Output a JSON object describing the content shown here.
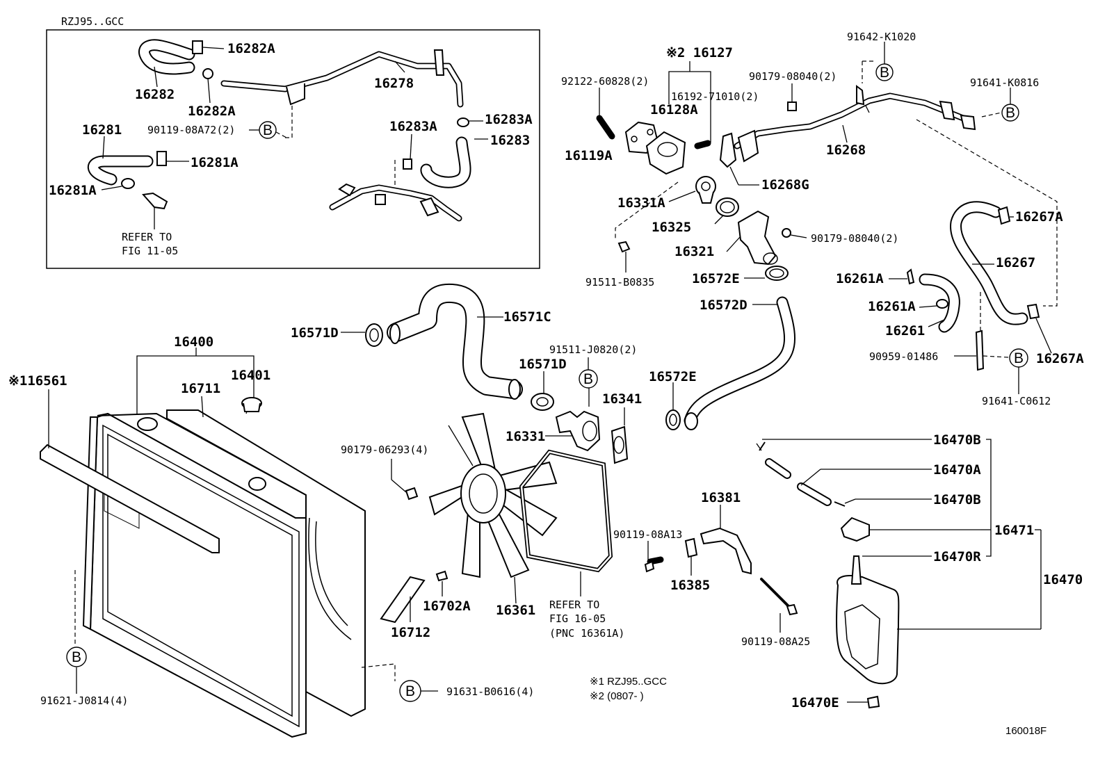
{
  "diagram": {
    "inset_title": "RZJ95..GCC",
    "figure_code": "160018F",
    "footnote_1": "※1 RZJ95..GCC",
    "footnote_2": "※2 (0807-    )",
    "circle_marker": "B",
    "inset_labels": {
      "p16282A_top": "16282A",
      "p16282": "16282",
      "p16282A_bottom": "16282A",
      "p16278": "16278",
      "p16283A_right": "16283A",
      "p16283A_left": "16283A",
      "p16283": "16283",
      "p16281": "16281",
      "p90119_08A72": "90119-08A72(2)",
      "p16281A_right": "16281A",
      "p16281A_left": "16281A",
      "refer_line1": "REFER TO",
      "refer_line2": "FIG 11-05"
    },
    "labels": {
      "p16127": "※2 16127",
      "p92122": "92122-60828(2)",
      "p16192": "16192-71010(2)",
      "p16128A": "16128A",
      "p16119A": "16119A",
      "p16331A": "16331A",
      "p16325": "16325",
      "p16321": "16321",
      "p91511_B0835": "91511-B0835",
      "p16572E_top": "16572E",
      "p16572D": "16572D",
      "p16572E_bottom": "16572E",
      "p90179_08040_top": "90179-08040(2)",
      "p90179_08040_mid": "90179-08040(2)",
      "p91642": "91642-K1020",
      "p91641_K0816": "91641-K0816",
      "p16268": "16268",
      "p16268G": "16268G",
      "p16267A_top": "16267A",
      "p16267": "16267",
      "p16261A_top": "16261A",
      "p16261A_bottom": "16261A",
      "p16261": "16261",
      "p90959": "90959-01486",
      "p16267A_bottom": "16267A",
      "p91641_C0612": "91641-C0612",
      "p16571D_left": "16571D",
      "p16571C": "16571C",
      "p91511_J0820": "91511-J0820(2)",
      "p16571D_right": "16571D",
      "p16341": "16341",
      "p16331": "16331",
      "p90179_06293": "90179-06293(4)",
      "p16400": "16400",
      "p16401": "16401",
      "p16711": "16711",
      "p16561": "※116561",
      "p16702A": "16702A",
      "p16712": "16712",
      "p16361": "16361",
      "refer_fan_1": "REFER TO",
      "refer_fan_2": "FIG 16-05",
      "refer_fan_3": "(PNC 16361A)",
      "p16381": "16381",
      "p90119_08A13": "90119-08A13",
      "p16385": "16385",
      "p90119_08A25": "90119-08A25",
      "p16470B_top": "16470B",
      "p16470A": "16470A",
      "p16470B_mid": "16470B",
      "p16471": "16471",
      "p16470R": "16470R",
      "p16470": "16470",
      "p16470E": "16470E",
      "p91621": "91621-J0814(4)",
      "p91631": "91631-B0616(4)"
    }
  }
}
